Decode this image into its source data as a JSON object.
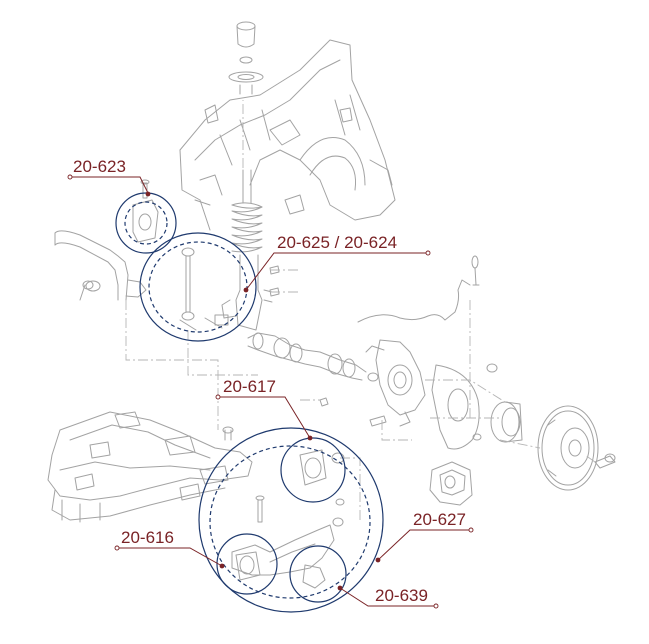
{
  "callouts": {
    "c623": "20-623",
    "c625": "20-625 /  20-624",
    "c617": "20-617",
    "c627": "20-627",
    "c616": "20-616",
    "c639": "20-639"
  },
  "colors": {
    "callout_text": "#7a2326",
    "leader_line": "#7a2326",
    "highlight_circle": "#1f3a6e",
    "part_outline": "#9a9a9a"
  }
}
